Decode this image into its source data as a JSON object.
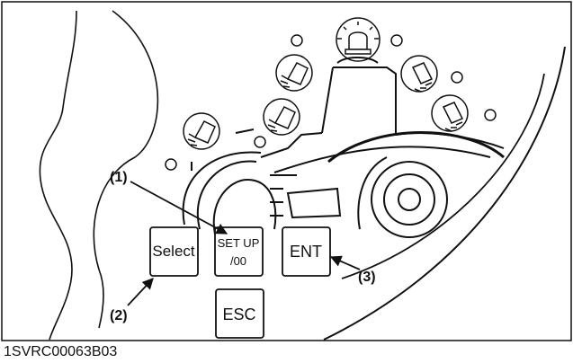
{
  "buttons": {
    "select_label": "Select",
    "setup_label_line1": "SET UP",
    "setup_label_line2": "/00",
    "ent_label": "ENT",
    "esc_label": "ESC"
  },
  "callouts": {
    "label_1": "(1)",
    "label_2": "(2)",
    "label_3": "(3)"
  },
  "figure_code": "1SVRC00063B03"
}
